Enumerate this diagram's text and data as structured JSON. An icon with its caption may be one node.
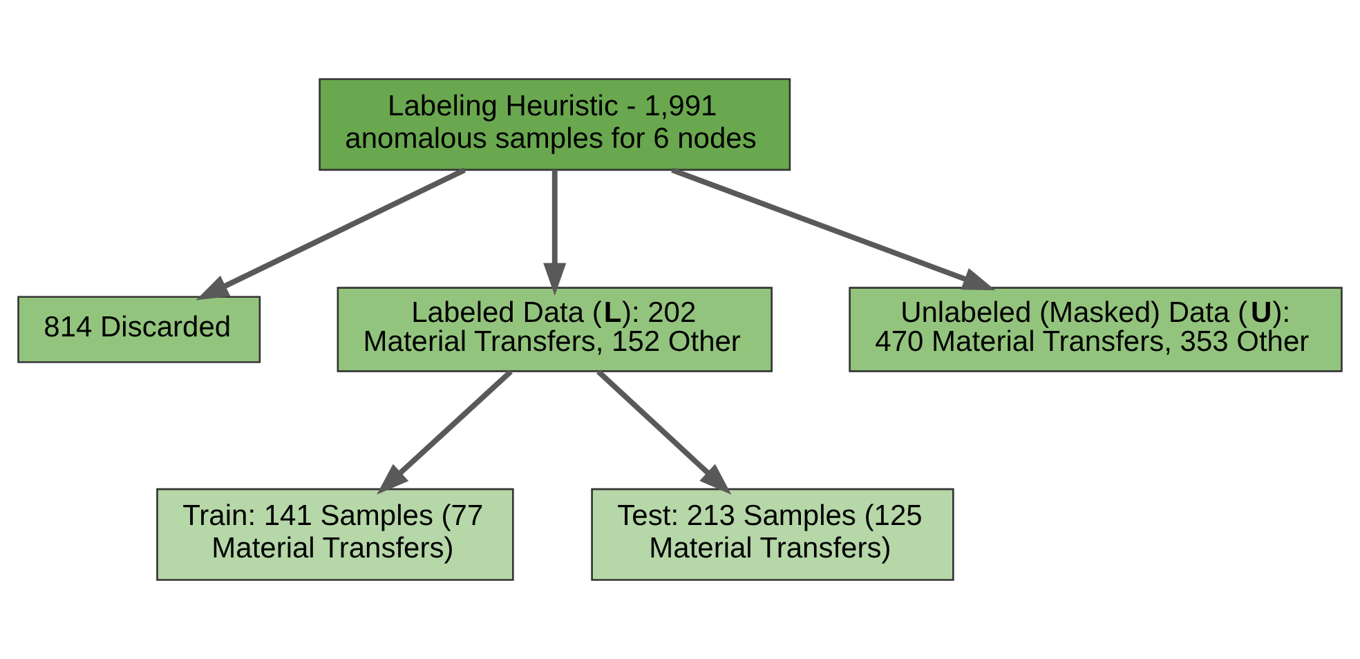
{
  "diagram": {
    "nodes": [
      {
        "text": [
          "Labeling Heuristic - 1,991 anomalous samples for 6 nodes"
        ]
      },
      {
        "text": [
          "814 Discarded"
        ]
      },
      {
        "text": [
          "Labeled Data (**L**): 202 Material Transfers, 152 Other"
        ]
      },
      {
        "text": [
          "Unlabeled (Masked) Data (**U**): 470 Material Transfers, 353 Other"
        ]
      },
      {
        "text": [
          "Train: 141 Samples (77 Material Transfers)"
        ]
      },
      {
        "text": [
          "Test: 213 Samples (125 Material Transfers)"
        ]
      }
    ],
    "edges": [
      {
        "from": 0,
        "to": 1,
        "arrow": "to"
      },
      {
        "from": 0,
        "to": 2,
        "arrow": "to"
      },
      {
        "from": 0,
        "to": 3,
        "arrow": "to"
      },
      {
        "from": 2,
        "to": 4,
        "arrow": "to"
      },
      {
        "from": 2,
        "to": 5,
        "arrow": "to"
      }
    ]
  }
}
